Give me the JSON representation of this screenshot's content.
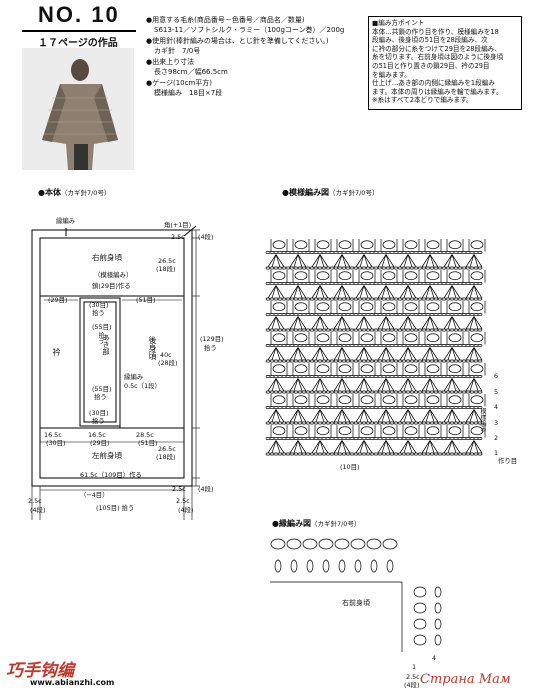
{
  "header": {
    "title": "NO. 10",
    "subtitle": "１７ページの作品"
  },
  "materials": {
    "yarn_heading": "●用意する毛糸(商品番号－色番号／商品名／数量)",
    "yarn_line": "S613-11／ソフトシルク・ラミー（100gコーン巻）／200g",
    "needle_heading": "●使用針(棒針編みの場合は、とじ針を準備してください。)",
    "needle_line": "カギ針　7/0号",
    "size_heading": "●出来上り寸法",
    "size_line": "長さ98cm／幅66.5cm",
    "gauge_heading": "●ゲージ(10cm平方)",
    "gauge_line": "模様編み　18目×7段"
  },
  "points": {
    "heading": "■編み方ポイント",
    "lines": [
      "本体…共鎖の作り目を作り、模様編みを18",
      "段編み、後身頃の51目を28段編み、次",
      "に衿の部分に糸をつけて29目を28段編み、",
      "糸を切ります。右前身頃は図のように後身頃",
      "の51目と作り置きの鎖29目、衿の29目",
      "を編みます。",
      "仕上げ…あき部の内側に縁編みを1段編み",
      "ます。本体の周りは縁編みを輪で編みます。",
      "※糸はすべて2本どりで編みます。"
    ]
  },
  "body_diagram": {
    "heading": "●本体",
    "needle": "（カギ針7/0号）",
    "border": "縁編み",
    "corner": "角(+1目)",
    "right_front": "右前身頃",
    "left_front": "左前身頃",
    "back": "後身頃",
    "collar": "衿",
    "pattern": "（模様編み）",
    "chain29": "鎖(29目)作る",
    "border_small": "縁編み",
    "border_small_dim": "0.5c（1段）",
    "m29_left": "(29目)",
    "m30_top": "(30目)",
    "pick_top": "拾う",
    "m51": "(51目)",
    "m55_top": "(55目)",
    "pick_55a": "拾う",
    "opening": "あき部",
    "m55_bot": "(55目)",
    "pick_55b": "拾う",
    "m30_bot": "(30目)",
    "pick_bot": "拾う",
    "d25_top": "2.5c",
    "r4_top": "(4段)",
    "d265_top": "26.5c",
    "r18_top": "(18段)",
    "d40": "40c",
    "r28": "(28段)",
    "d265_bot": "26.5c",
    "r18_bot": "(18段)",
    "d25_bot": "2.5c",
    "r4_bot": "(4段)",
    "m129": "(129目)",
    "pick_129": "拾う",
    "d165a": "16.5c",
    "m30a": "(30目)",
    "d165b": "16.5c",
    "m29b": "(29目)",
    "d285": "28.5c",
    "m51b": "(51目)",
    "d615": "61.5c（109目）作る",
    "m4": "（−4目）",
    "d25_l": "2.5c",
    "r4_l": "(4段)",
    "m105": "(105目) 拾う",
    "d25_r": "2.5c",
    "r4_r": "(4段)"
  },
  "pattern_diagram": {
    "heading": "●模様編み図",
    "needle": "（カギ針7/0号）",
    "rows": [
      "6",
      "5",
      "4",
      "3",
      "2",
      "1"
    ],
    "base_label": "作り目",
    "repeat": "(10目)",
    "side_label": "模様編み"
  },
  "edge_diagram": {
    "heading": "●縁編み図",
    "needle": "（カギ針7/0号）",
    "front_label": "右前身頃",
    "rows": [
      "4",
      "1"
    ],
    "dim": "2.5c",
    "dim_rows": "(4段)"
  },
  "footer": {
    "logo": "巧手钩编",
    "url": "www.abianzhi.com",
    "watermark": "Страна Мам"
  }
}
